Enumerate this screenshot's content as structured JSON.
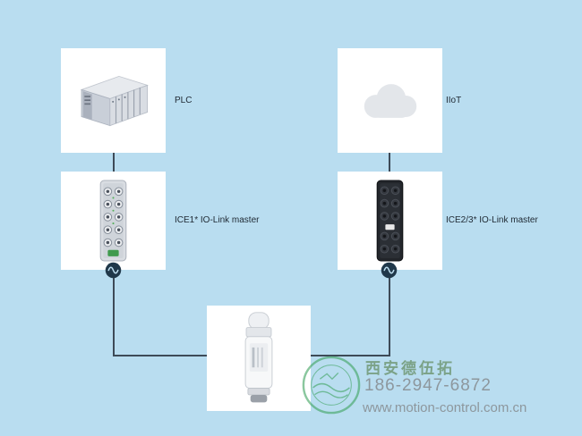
{
  "page": {
    "background_color": "#b9ddf0",
    "line_color": "#3d4a57",
    "card_color": "#ffffff"
  },
  "nodes": {
    "plc": {
      "label": "PLC",
      "icon": "plc-rack-icon"
    },
    "iiot": {
      "label": "IIoT",
      "icon": "cloud-icon"
    },
    "ice1": {
      "label": "ICE1* IO-Link master",
      "icon": "io-link-master-gray-icon"
    },
    "ice23": {
      "label": "ICE2/3* IO-Link master",
      "icon": "io-link-master-black-icon"
    },
    "sensor": {
      "label": "",
      "icon": "sensor-icon"
    }
  },
  "connections": [
    {
      "from": "plc",
      "to": "ice1"
    },
    {
      "from": "iiot",
      "to": "ice23"
    },
    {
      "from": "ice1",
      "to": "sensor",
      "via": "io-link-badge"
    },
    {
      "from": "ice23",
      "to": "sensor",
      "via": "io-link-badge"
    }
  ],
  "badges": {
    "io_link_logo_color": "#20384a"
  },
  "watermark": {
    "company": "西安德伍拓",
    "phone": "186-2947-6872",
    "website": "www.motion-control.com.cn",
    "stamp_color": "#3da35f",
    "text_color": "#8d979d"
  }
}
